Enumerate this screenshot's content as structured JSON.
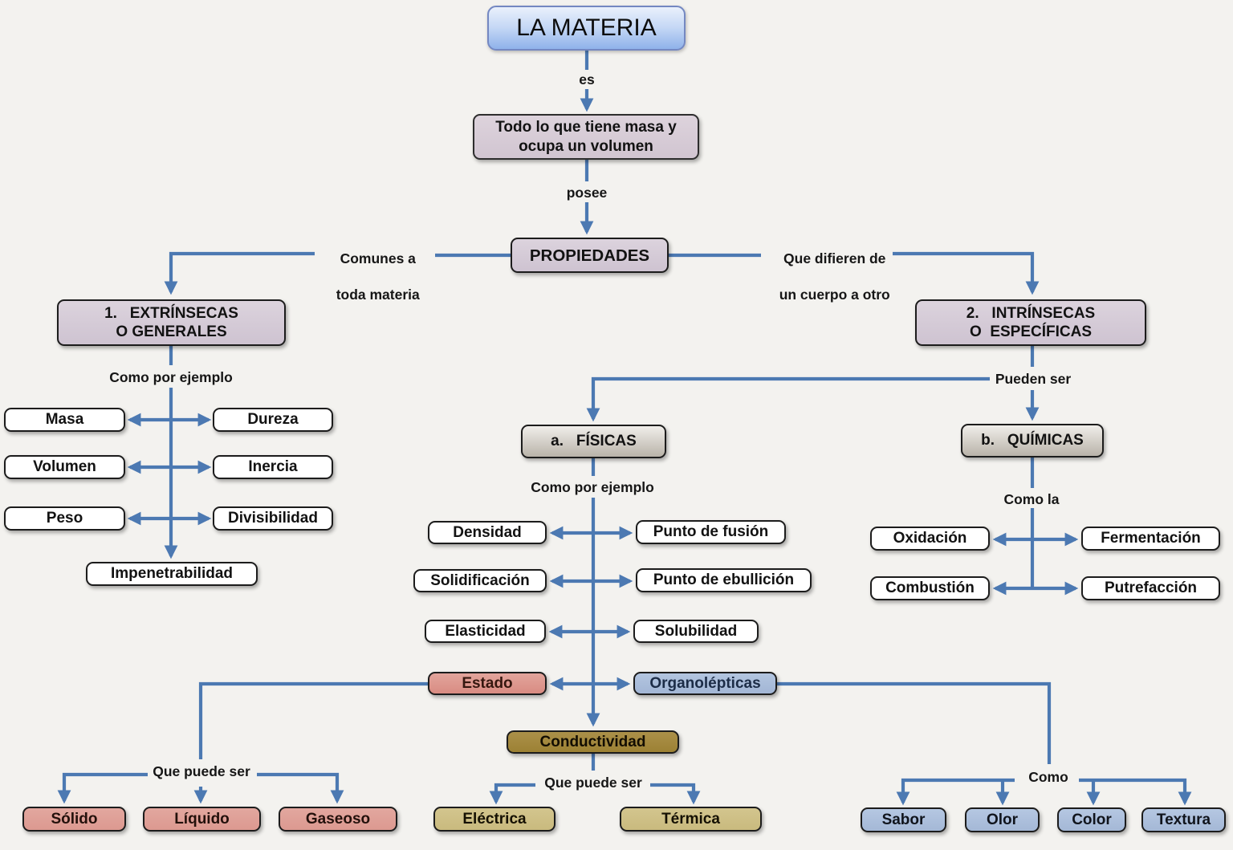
{
  "diagram_title": "LA MATERIA",
  "nodes": {
    "la_materia": "LA MATERIA",
    "definicion": {
      "line1": "Todo lo que tiene masa y",
      "line2": "ocupa un volumen"
    },
    "propiedades": "PROPIEDADES",
    "extrinsecas": {
      "line1": "1.   EXTRÍNSECAS",
      "line2": "O GENERALES"
    },
    "intrinsecas": {
      "line1": "2.   INTRÍNSECAS",
      "line2": "O  ESPECÍFICAS"
    },
    "fisicas": "a.   FÍSICAS",
    "quimicas": "b.   QUÍMICAS",
    "masa": "Masa",
    "dureza": "Dureza",
    "volumen": "Volumen",
    "inercia": "Inercia",
    "peso": "Peso",
    "divisibilidad": "Divisibilidad",
    "impenetrabilidad": "Impenetrabilidad",
    "densidad": "Densidad",
    "punto_fusion": "Punto de fusión",
    "solidificacion": "Solidificación",
    "punto_ebullicion": "Punto de ebullición",
    "elasticidad": "Elasticidad",
    "solubilidad": "Solubilidad",
    "estado": "Estado",
    "organolepticas": "Organolépticas",
    "conductividad": "Conductividad",
    "oxidacion": "Oxidación",
    "fermentacion": "Fermentación",
    "combustion": "Combustión",
    "putrefaccion": "Putrefacción",
    "solido": "Sólido",
    "liquido": "Líquido",
    "gaseoso": "Gaseoso",
    "electrica": "Eléctrica",
    "termica": "Térmica",
    "sabor": "Sabor",
    "olor": "Olor",
    "color": "Color",
    "textura": "Textura"
  },
  "edge_labels": {
    "es": "es",
    "posee": "posee",
    "comunes": {
      "line1": "Comunes a",
      "line2": "toda materia"
    },
    "difieren": {
      "line1": "Que difieren de",
      "line2": "un cuerpo a otro"
    },
    "como_por_ejemplo_izquierda": "Como por ejemplo",
    "pueden_ser": "Pueden ser",
    "como_por_ejemplo_centro": "Como por ejemplo",
    "como_la": "Como la",
    "que_puede_ser_estado": "Que puede ser",
    "que_puede_ser_conductividad": "Que puede ser",
    "como": "Como"
  },
  "colors": {
    "background": "#f3f2ef",
    "connector": "#4c79b2",
    "root_box": "#a9c4ef",
    "lavender_box": "#d5cad6",
    "gray_box": "#d6d1c9",
    "white_box": "#ffffff",
    "salmon_box": "#dd958c",
    "blue_box": "#a9bcd9",
    "gold_box": "#a08535",
    "tan_box": "#cfc086"
  }
}
